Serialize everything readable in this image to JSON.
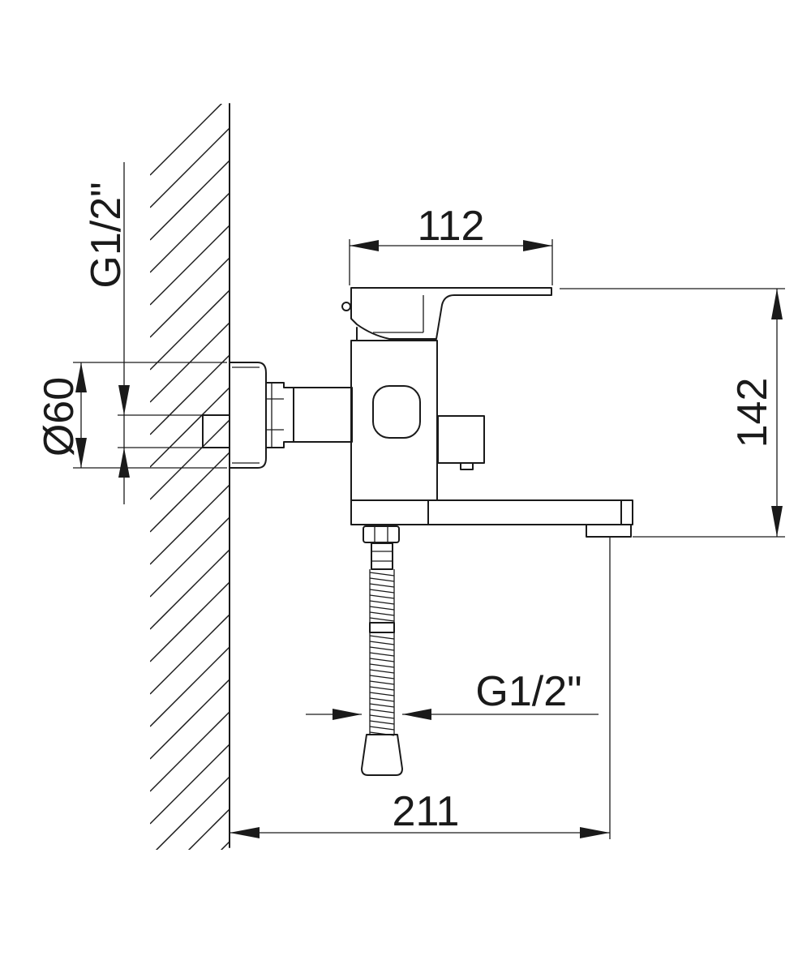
{
  "dimensions": {
    "width_top": "112",
    "height_right": "142",
    "length_bottom": "211",
    "diameter_flange": "Ø60",
    "thread_wall": "G1/2\"",
    "thread_hose": "G1/2\""
  },
  "colors": {
    "line": "#1a1a1a",
    "background": "#ffffff"
  }
}
